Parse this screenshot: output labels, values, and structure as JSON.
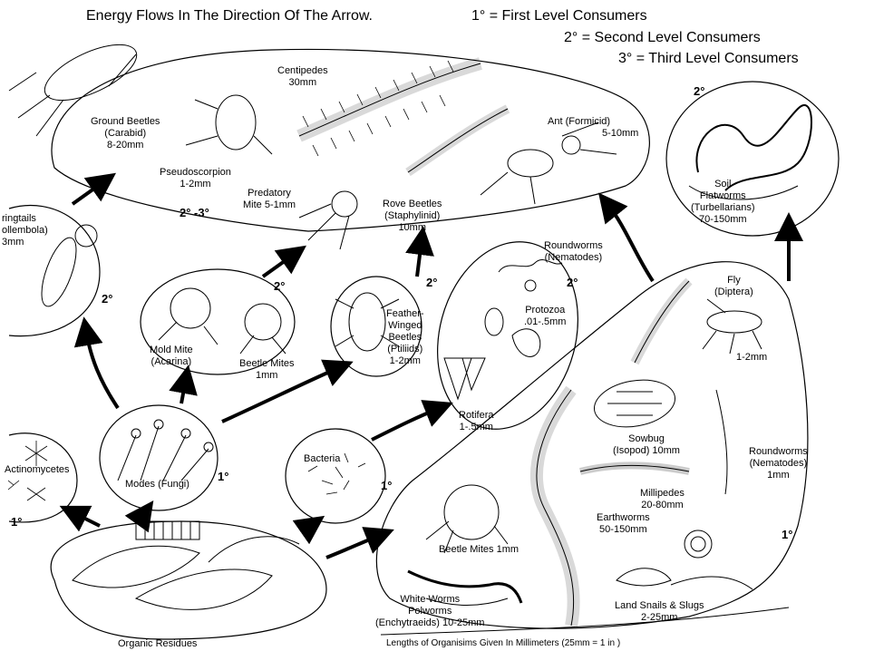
{
  "header": {
    "line1": "Energy Flows In The Direction Of The Arrow.",
    "line2": "1° = First Level Consumers",
    "line3": "2° = Second Level Consumers",
    "line4": "3° = Third Level Consumers"
  },
  "organisms": {
    "ground_beetles": [
      "Ground Beetles",
      "(Carabid)",
      "8-20mm"
    ],
    "centipedes": [
      "Centipedes",
      "30mm"
    ],
    "pseudoscorpion": [
      "Pseudoscorpion",
      "1-2mm"
    ],
    "predatory_mite": [
      "Predatory",
      "Mite 5-1mm"
    ],
    "rove_beetles": [
      "Rove Beetles",
      "(Staphylinid)",
      "10mm"
    ],
    "ant": [
      "Ant (Formicid)",
      "5-10mm"
    ],
    "flatworms": [
      "Soil",
      "Flatworms",
      "(Turbellarians)",
      "70-150mm"
    ],
    "springtails": [
      "ringtails",
      "ollembola)",
      "3mm"
    ],
    "mold_mite": [
      "Mold Mite",
      "(Acarina)"
    ],
    "beetle_mites_top": [
      "Beetle Mites",
      "1mm"
    ],
    "feather_winged": [
      "Feather-",
      "Winged",
      "Beetles",
      "(Ptiliids)",
      "1-2mm"
    ],
    "roundworms_top": [
      "Roundworms",
      "(Nematodes)"
    ],
    "protozoa": [
      "Protozoa",
      ".01-.5mm"
    ],
    "rotifera": [
      "Rotifera",
      "1-.5mm"
    ],
    "fly": [
      "Fly",
      "(Diptera)"
    ],
    "fly_size": "1-2mm",
    "sowbug": [
      "Sowbug",
      "(Isopod) 10mm"
    ],
    "roundworms_right": [
      "Roundworms",
      "(Nematodes)",
      "1mm"
    ],
    "millipedes": [
      "Millipedes",
      "20-80mm"
    ],
    "earthworms": [
      "Earthworms",
      "50-150mm"
    ],
    "actinomycetes": "Actinomycetes",
    "molds": "Modes (Fungi)",
    "bacteria": "Bacteria",
    "beetle_mites_bottom": "Beetle Mites 1mm",
    "white_worms": [
      "White Worms",
      "Polworms",
      "(Enchytraeids) 10-25mm"
    ],
    "snails": [
      "Land Snails & Slugs",
      "2-25mm"
    ],
    "organic_residues": "Organic Residues"
  },
  "levels": {
    "flatworms": "2°",
    "top_group": "2° -3°",
    "springtails": "2°",
    "beetle_mites": "2°",
    "feather": "2°",
    "roundworms": "2°",
    "fungi": "1°",
    "bacteria": "1°",
    "actino": "1°",
    "right_group": "1°"
  },
  "footer": "Lengths of Organisims Given In Millimeters (25mm = 1 in )",
  "colors": {
    "ink": "#000000",
    "paper": "#ffffff"
  }
}
